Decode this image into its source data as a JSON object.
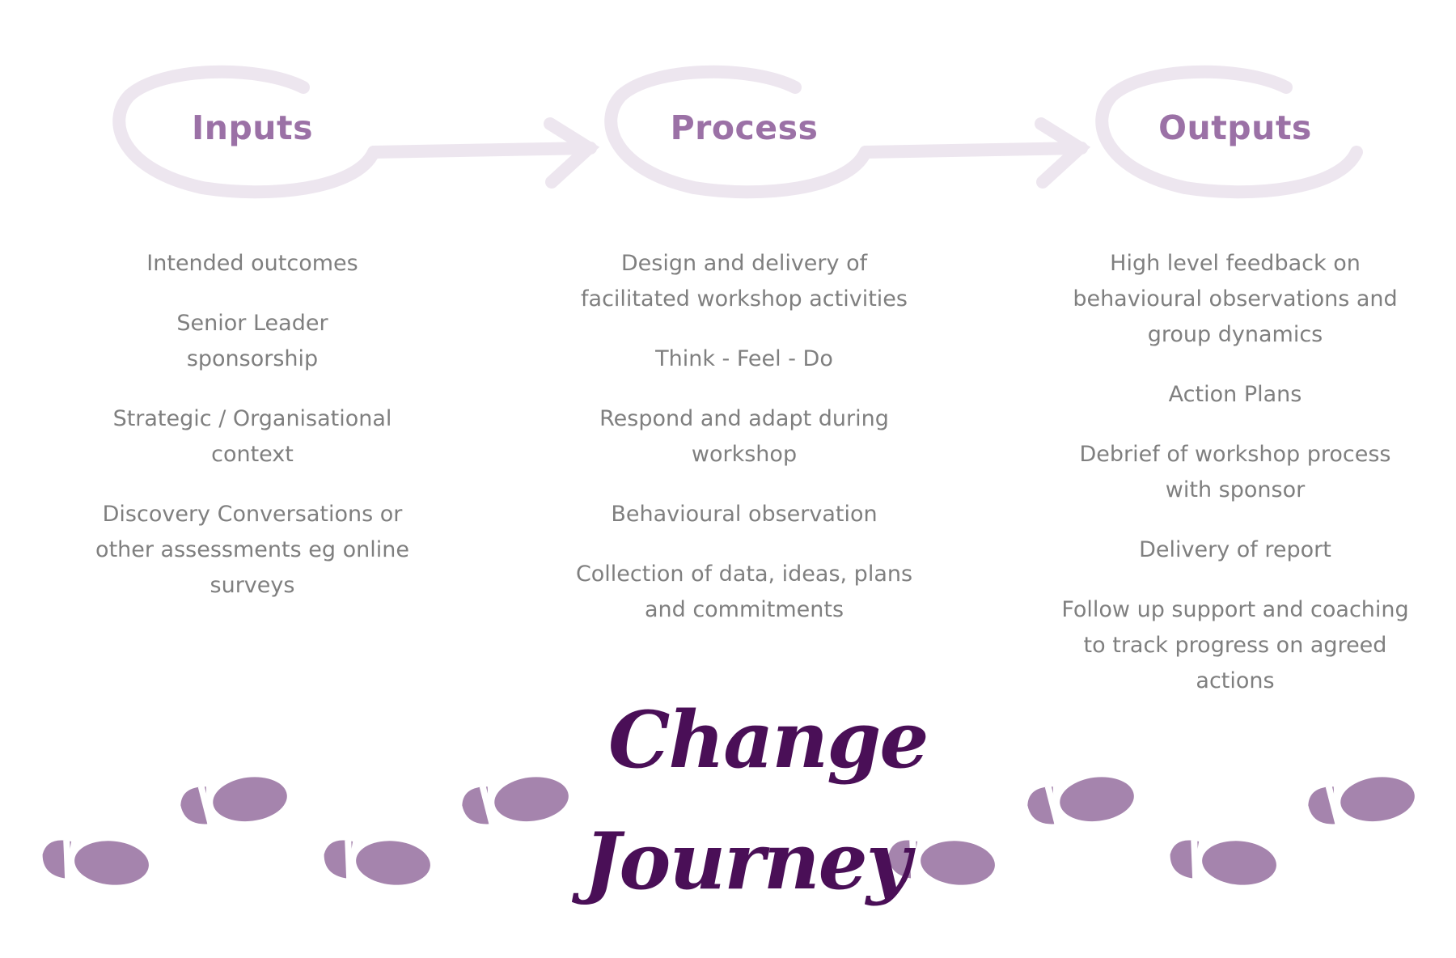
{
  "steps": [
    {
      "label": "Inputs",
      "items": [
        "Intended outcomes",
        "Senior Leader sponsorship",
        "Strategic / Organisational context",
        "Discovery Conversations or other assessments eg online surveys"
      ]
    },
    {
      "label": "Process",
      "items": [
        "Design and delivery of facilitated workshop activities",
        "Think - Feel - Do",
        "Respond and adapt during workshop",
        "Behavioural observation",
        "Collection of data, ideas, plans and commitments"
      ]
    },
    {
      "label": "Outputs",
      "items": [
        "High level feedback on behavioural observations and group dynamics",
        "Action Plans",
        "Debrief of workshop process with sponsor",
        "Delivery of report",
        "Follow up support and coaching to track progress on agreed actions"
      ]
    }
  ],
  "title": {
    "line1": "Change",
    "line2": "Journey"
  },
  "colors": {
    "heading": "#9b71a6",
    "swoosh": "#ede6ef",
    "body_text": "#7f7f7f",
    "footprint": "#a584ad",
    "title": "#4a0f57"
  },
  "icons": {
    "footprint": "footprint-icon",
    "arrow": "arrow-icon"
  }
}
